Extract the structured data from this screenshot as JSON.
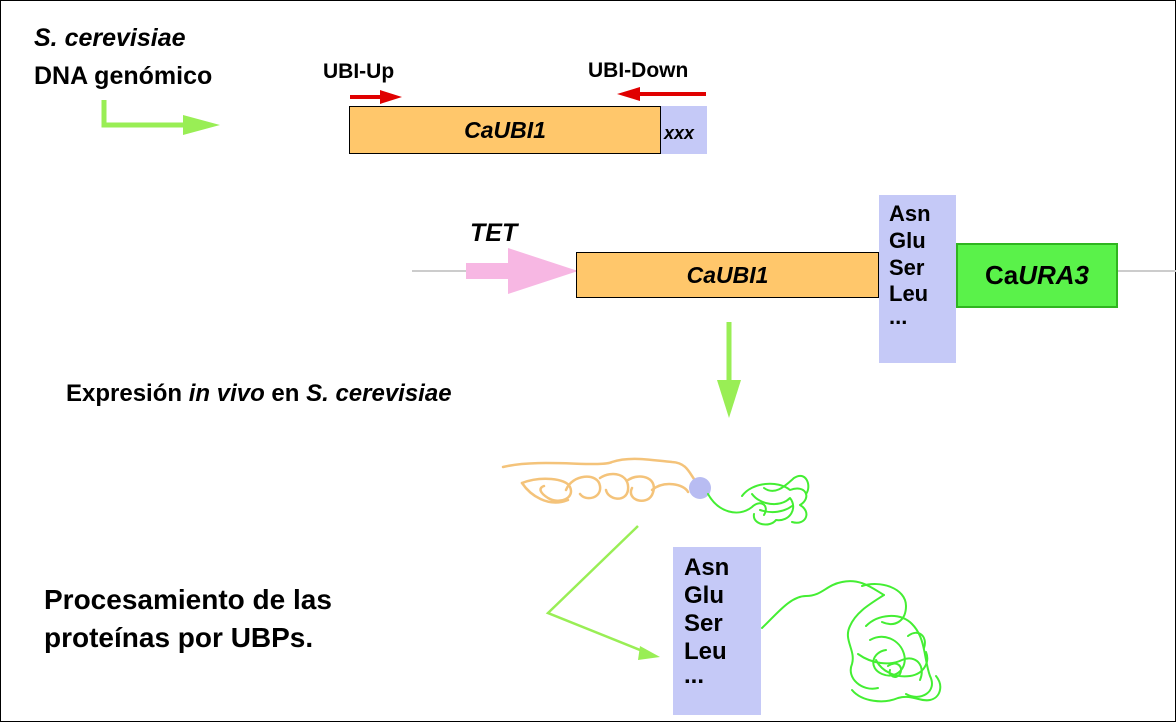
{
  "colors": {
    "gene_fill": "#ffc76b",
    "aa_fill": "#c5c9f7",
    "ura3_fill": "#5af24a",
    "ura3_border": "#2fb51f",
    "promoter": "#f7b7e3",
    "primer_arrow": "#e00000",
    "flow_arrow": "#99ee55",
    "protein_orange": "#f4c37a",
    "protein_green": "#44ee33",
    "ubiquitin_dot": "#b8bcf2"
  },
  "header": {
    "organism": "S. cerevisiae",
    "dna_label": "DNA genómico"
  },
  "primers": {
    "forward": "UBI-Up",
    "reverse": "UBI-Down"
  },
  "pcr_template": {
    "gene_prefix": "Ca",
    "gene_name": "UBI1",
    "tail_label": "xxx"
  },
  "construct": {
    "promoter": "TET",
    "gene_prefix": "Ca",
    "gene_name": "UBI1",
    "residues": [
      "Asn",
      "Glu",
      "Ser",
      "Leu",
      "..."
    ],
    "marker_prefix": "Ca",
    "marker_name": "URA3"
  },
  "expression": {
    "part1": "Expresión ",
    "part2": "in vivo",
    "part3": " en ",
    "part4": "S. cerevisiae"
  },
  "processing": {
    "line1": "Procesamiento de las",
    "line2": "proteínas por UBPs.",
    "residues": [
      "Asn",
      "Glu",
      "Ser",
      "Leu",
      "..."
    ]
  }
}
